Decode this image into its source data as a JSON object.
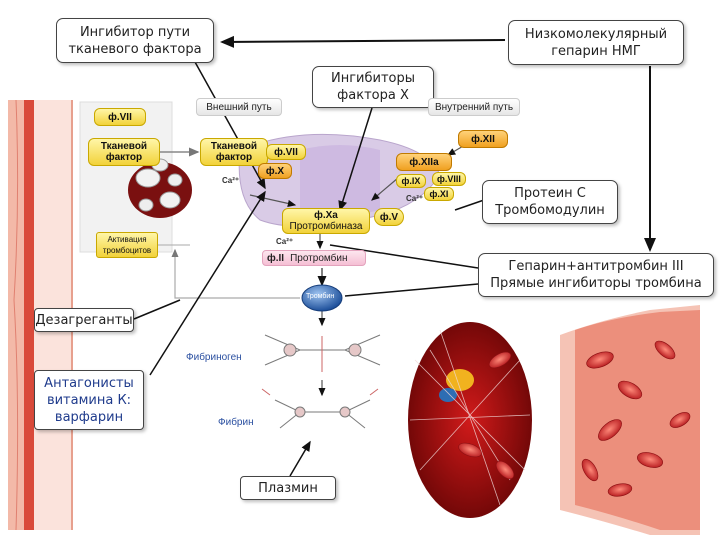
{
  "callouts": {
    "tf_inhibitor": [
      "Ингибитор пути",
      "тканевого фактора"
    ],
    "lmwh": [
      "Низкомолекулярный",
      "гепарин НМГ"
    ],
    "fx_inhibitors": [
      "Ингибиторы",
      "фактора X"
    ],
    "protein_c": [
      "Протеин С",
      "Тромбомодулин"
    ],
    "heparin_at": [
      "Гепарин+антитромбин III",
      "Прямые ингибиторы тромбина"
    ],
    "disaggregants": "Дезагреганты",
    "vka": [
      "Антагонисты",
      "витамина К:",
      "варфарин"
    ],
    "plasmin": "Плазмин"
  },
  "diagram": {
    "extrinsic_path": "Внешний путь",
    "intrinsic_path": "Внутренний путь",
    "f7_left": "ф.VII",
    "tissue_factor_left": [
      "Тканевой",
      "фактор"
    ],
    "tissue_factor_center": [
      "Тканевой",
      "фактор"
    ],
    "f7_center": "ф.VII",
    "fX": "ф.X",
    "ca_1": "Ca²⁺",
    "fXII": "ф.XII",
    "fXIIa": "ф.XIIa",
    "fIX": "ф.IX",
    "fVIII": "ф.VIII",
    "fXI": "ф.XI",
    "ca_2": "Ca²⁺",
    "fXa": "ф.Xa",
    "prothrombinase": "Протромбиназа",
    "fV": "ф.V",
    "ca_3": "Ca²⁺",
    "fII": "ф.II",
    "prothrombin": "Протромбин",
    "platelet_activation": [
      "Активация",
      "тромбоцитов"
    ],
    "thrombin": "Тромбин",
    "fibrinogen": "Фибриноген",
    "fibrin": "Фибрин"
  }
}
